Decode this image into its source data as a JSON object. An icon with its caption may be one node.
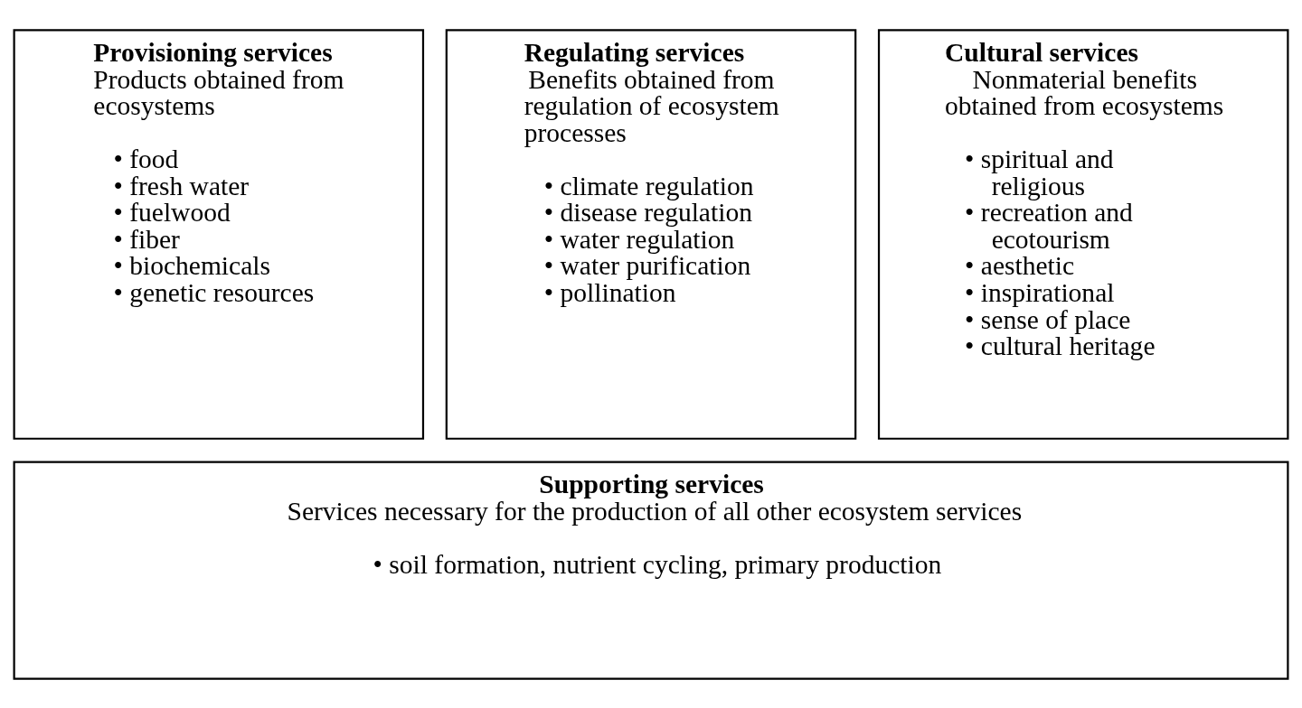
{
  "diagram": {
    "nodes": [
      {
        "text": [
          "Provisioning services",
          "Products obtained from ecosystems",
          "• food",
          "• fresh water",
          "• fuelwood",
          "• fiber",
          "• biochemicals",
          "• genetic resources"
        ]
      },
      {
        "text": [
          "Regulating services",
          "Benefits obtained from regulation of ecosystem processes",
          "• climate regulation",
          "• disease regulation",
          "• water regulation",
          "• water purification",
          "• pollination"
        ]
      },
      {
        "text": [
          "Cultural services",
          "Nonmaterial benefits obtained from ecosystems",
          "• spiritual and religious",
          "• recreation and ecotourism",
          "• aesthetic",
          "• inspirational",
          "• sense of place",
          "• cultural heritage"
        ]
      },
      {
        "text": [
          "Supporting services",
          "Services necessary for the production of all other ecosystem services",
          "• soil formation, nutrient cycling, primary production"
        ]
      }
    ],
    "edges": []
  }
}
